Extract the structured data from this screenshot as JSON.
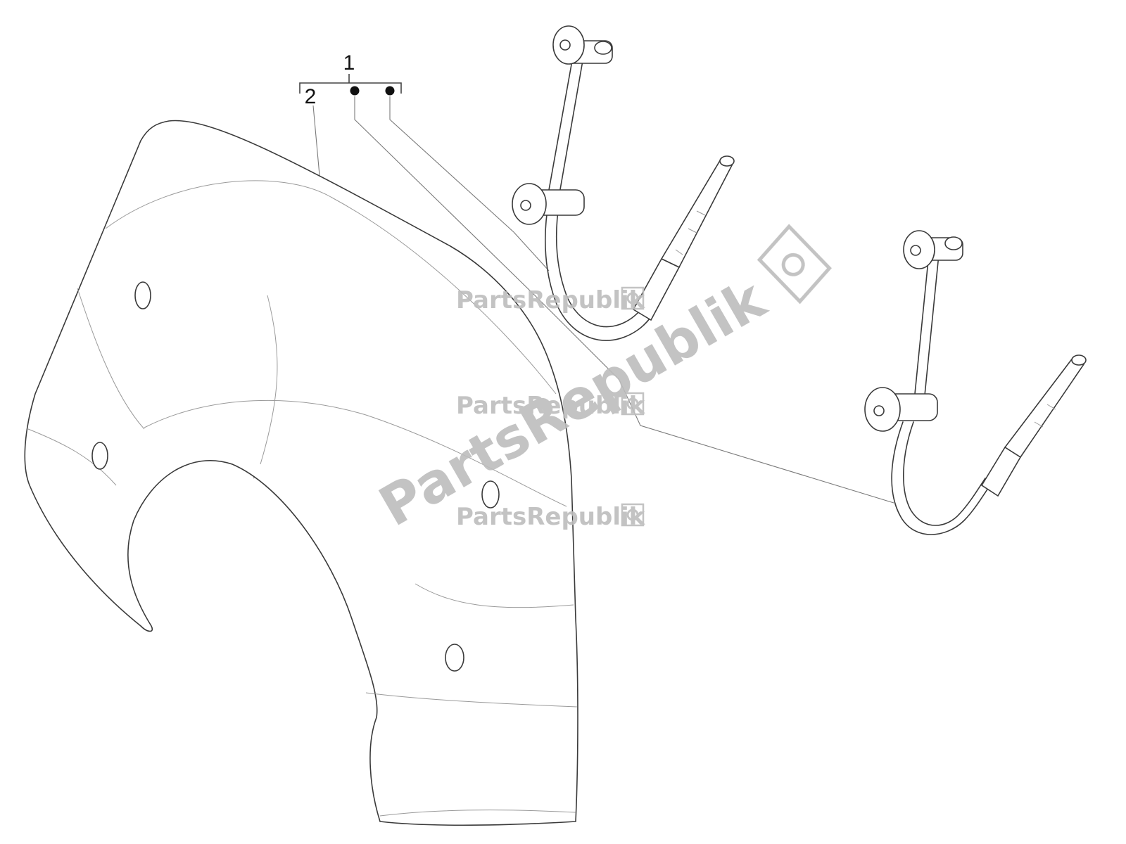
{
  "callouts": {
    "assembly": "1",
    "windshield": "2"
  },
  "watermark": {
    "small_text": "PartsRepublik",
    "large_text": "PartsRepublik",
    "icon": "gear-icon",
    "color": "#bdbdbd"
  },
  "colors": {
    "line": "#3a3a3a",
    "leader": "#7a7a7a",
    "background": "#ffffff"
  }
}
